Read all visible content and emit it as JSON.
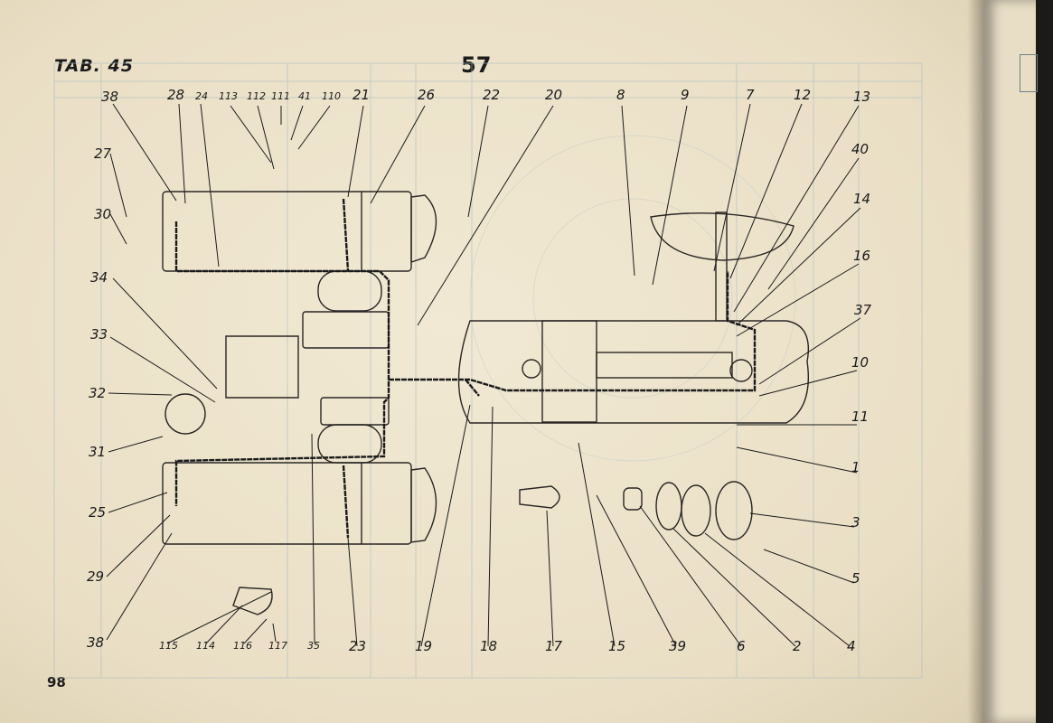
{
  "header": {
    "table": "TAB. 45",
    "figure": "57"
  },
  "footer": {
    "page_number": "98"
  },
  "callouts": [
    "38",
    "28",
    "24",
    "113",
    "112",
    "111",
    "41",
    "110",
    "21",
    "26",
    "22",
    "20",
    "8",
    "9",
    "7",
    "12",
    "13",
    "40",
    "14",
    "16",
    "37",
    "10",
    "11",
    "1",
    "3",
    "5",
    "4",
    "2",
    "6",
    "39",
    "15",
    "17",
    "18",
    "19",
    "23",
    "35",
    "117",
    "116",
    "114",
    "115",
    "38",
    "29",
    "25",
    "31",
    "32",
    "33",
    "34",
    "30",
    "27"
  ]
}
